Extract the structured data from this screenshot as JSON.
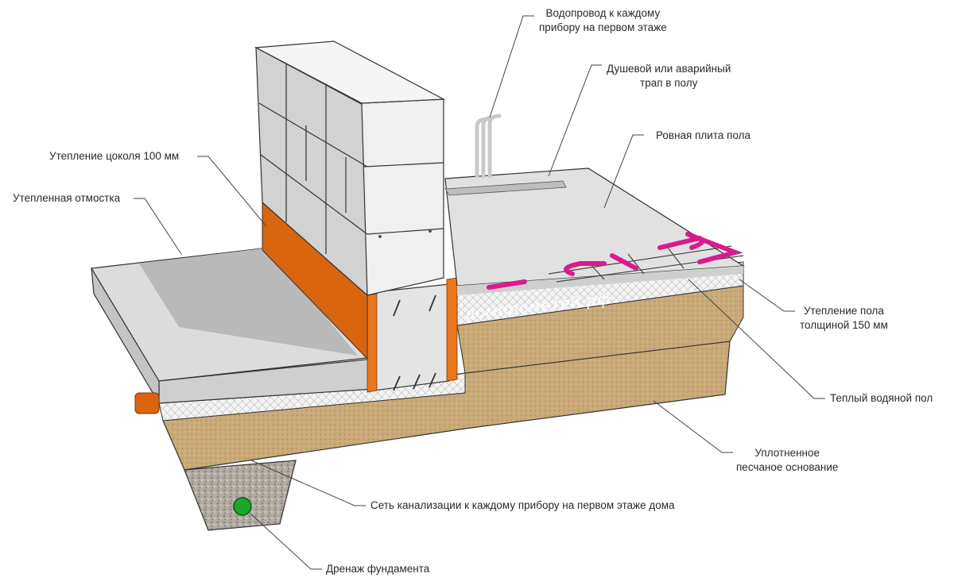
{
  "labels": {
    "water_supply": [
      "Водопровод к каждому",
      "прибору на первом этаже"
    ],
    "drain": [
      "Душевой или аварийный",
      "трап в полу"
    ],
    "floor_slab": "Ровная плита пола",
    "plinth_insulation": "Утепление цоколя 100 мм",
    "blind_area": "Утепленная отмостка",
    "floor_insulation": [
      "Утепление пола",
      "толщиной 150 мм"
    ],
    "warm_floor": "Теплый водяной пол",
    "sand_base": [
      "Уплотненное",
      "песчаное основание"
    ],
    "sewer": "Сеть канализации к каждому прибору на первом этаже дома",
    "foundation_drain": "Дренаж фундамента"
  },
  "watermark": "домпрометей.рф",
  "colors": {
    "concrete": "#dcdcdc",
    "concrete_dark": "#bdbdbd",
    "sand": "#c8a877",
    "sand_dark": "#a6834f",
    "insulation": "#f2f2f2",
    "orange_insulation": "#d9650f",
    "heating_pipe": "#d81b8c",
    "drain_pipe": "#1aa82a",
    "gravel": "#a9a39a",
    "block": "#e9e9e9"
  }
}
